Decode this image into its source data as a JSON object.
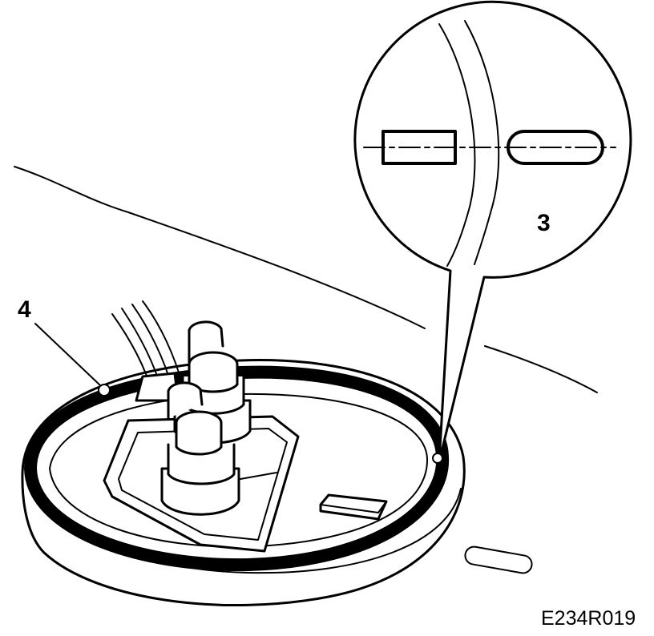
{
  "callouts": {
    "seal_label": "4",
    "detail_label": "3"
  },
  "figure_code": "E234R019",
  "colors": {
    "line": "#000000",
    "background": "#ffffff"
  }
}
